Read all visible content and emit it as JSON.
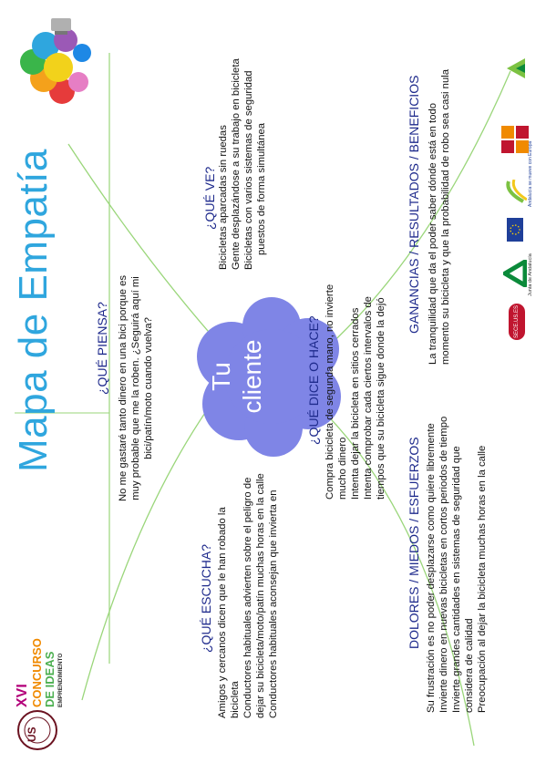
{
  "title": "Mapa de Empatía",
  "center": {
    "line1": "Tu",
    "line2": "cliente"
  },
  "piensa": {
    "heading": "¿QUÉ PIENSA?",
    "lines": [
      "No me gastaré tanto dinero en una bici porque es",
      "muy probable que me la roben. ¿Seguirá aquí mi",
      "bici/patín/moto cuando vuelva?"
    ]
  },
  "ve": {
    "heading": "¿QUÉ VE?",
    "lines": [
      "Bicicletas aparcadas sin ruedas",
      "Gente desplazándose a su trabajo en bicicleta",
      "Bicicletas con varios sistemas de seguridad",
      "puestos de forma simultánea"
    ]
  },
  "escucha": {
    "heading": "¿QUÉ ESCUCHA?",
    "lines": [
      "Amigos y cercanos dicen que le han robado la",
      "bicicleta",
      "Conductores habituales advierten sobre el peligro de",
      "dejar su bicicleta/moto/patín muchas horas en la calle",
      "Conductores habituales aconsejan que invierta en"
    ]
  },
  "hace": {
    "heading": "¿QUÉ DICE O HACE?",
    "lines": [
      "Compra bicicleta de segunda mano, no invierte",
      "mucho dinero",
      "Intenta dejar la bicicleta en sitios cerrados",
      "Intenta comprobar cada ciertos intervalos de",
      "tiempos que su bicicleta sigue donde la dejó"
    ]
  },
  "dolores": {
    "heading": "DOLORES / MIEDOS / ESFUERZOS",
    "lines": [
      "Su frustración es no poder desplazarse como quiere libremente",
      "Invierte dinero en nuevas bicicletas en cortos periodos de tiempo",
      "Invierte grandes cantidades en sistemas de seguridad que",
      "considera de calidad",
      "Preocupación al dejar la bicicleta muchas horas en la calle"
    ]
  },
  "ganancias": {
    "heading": "GANANCIAS / RESULTADOS / BENEFICIOS",
    "lines": [
      "La tranquilidad que da el poder saber dónde está en todo",
      "momento su bicicleta y que la probabilidad de robo sea casi nula"
    ]
  },
  "logo": {
    "roman": "XVI",
    "line1": "CONCURSO",
    "line2": "DE IDEAS",
    "line3": "EMPRENDIMIENTO",
    "seal": "UNIVERSIDAD DE SEVILLA",
    "seal_short": "US"
  },
  "sponsors": {
    "sece": "SECE.US.ES",
    "junta": "Junta de Andalucía",
    "andalucia_text": "Andalucía se mueve con Europa"
  },
  "colors": {
    "accent": "#2fa6de",
    "heading": "#1e2a8c",
    "cloud": "#7f85e6",
    "lines": "#8fd36f"
  }
}
